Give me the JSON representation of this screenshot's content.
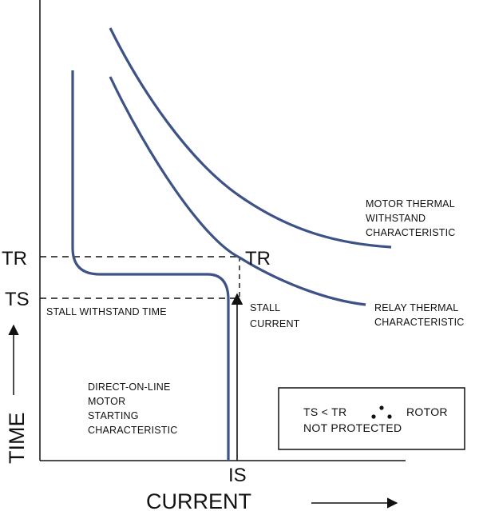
{
  "colors": {
    "curve": "#3d5286",
    "axis": "#111111",
    "background": "#ffffff"
  },
  "axes": {
    "x_label": "CURRENT",
    "y_label": "TIME"
  },
  "markers": {
    "tr_axis": "TR",
    "ts_axis": "TS",
    "tr_point": "TR",
    "is_axis": "IS"
  },
  "annotations": {
    "stall_withstand_time": "STALL WITHSTAND TIME",
    "stall_current": [
      "STALL",
      "CURRENT"
    ],
    "motor_thermal": [
      "MOTOR THERMAL",
      "WITHSTAND",
      "CHARACTERISTIC"
    ],
    "relay_thermal": [
      "RELAY THERMAL",
      "CHARACTERISTIC"
    ],
    "dol_starting": [
      "DIRECT-ON-LINE",
      "MOTOR",
      "STARTING",
      "CHARACTERISTIC"
    ]
  },
  "note_box": {
    "line1_left": "TS < TR",
    "line1_right": "ROTOR",
    "line2": "NOT PROTECTED"
  }
}
